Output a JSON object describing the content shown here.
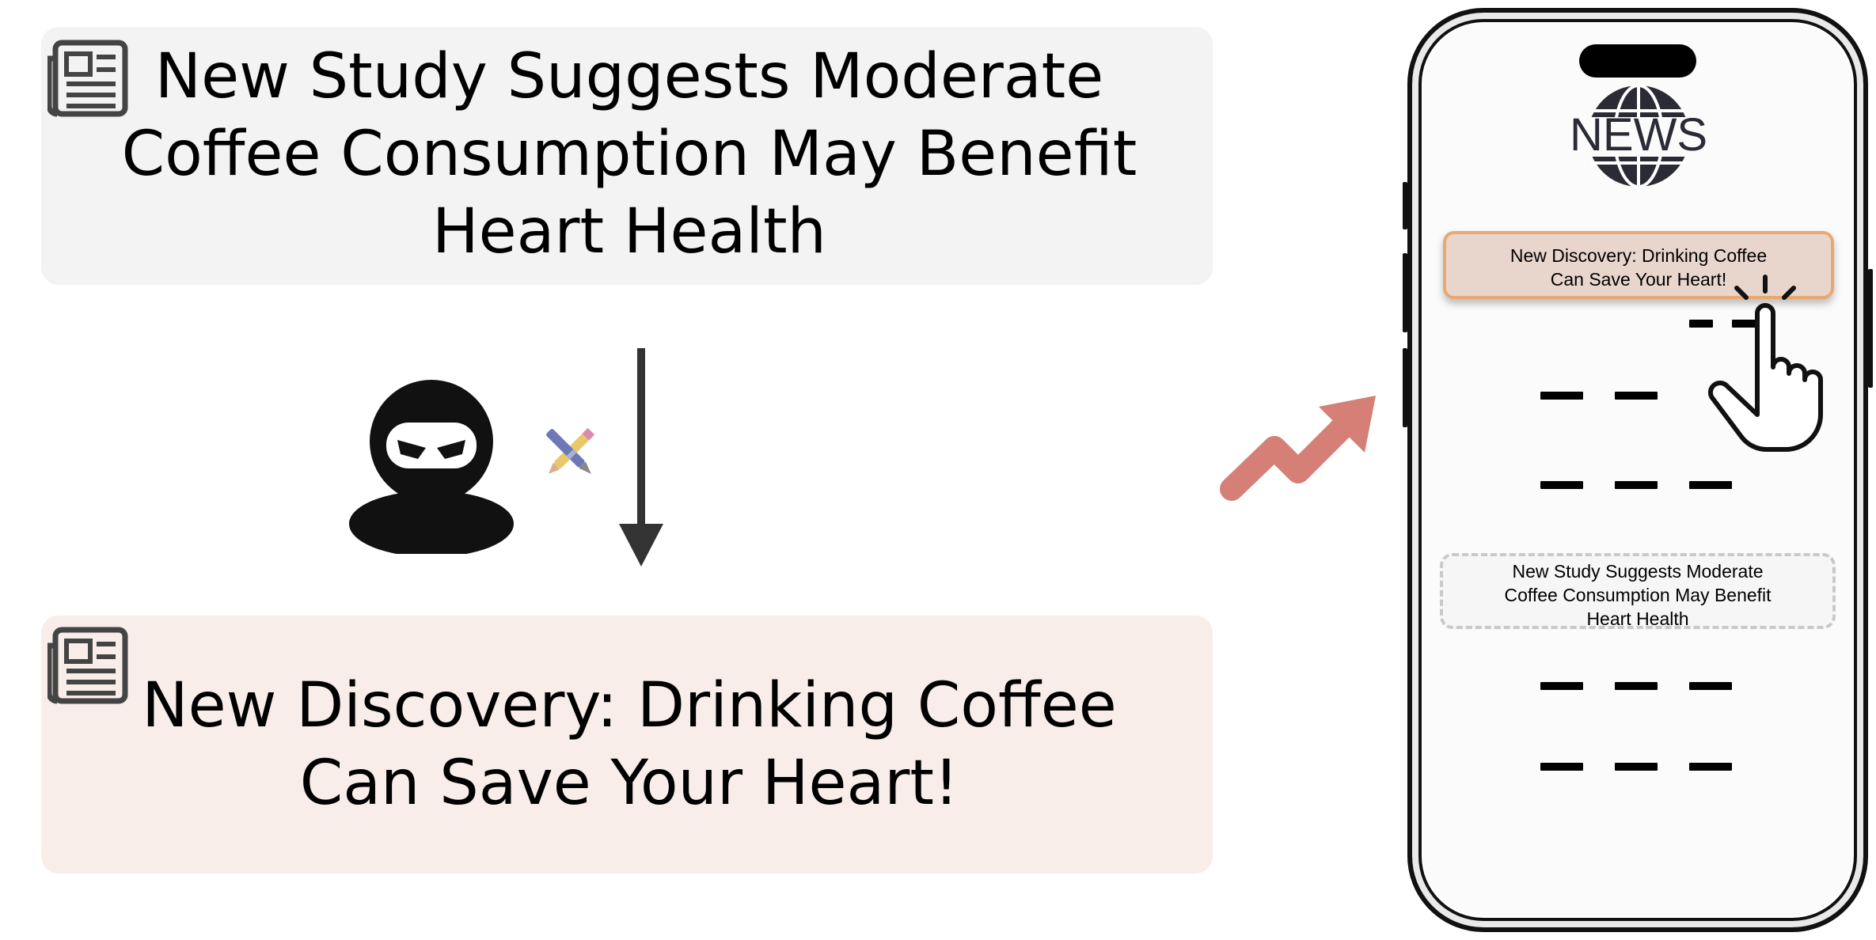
{
  "original_headline": "New Study Suggests Moderate\nCoffee Consumption May Benefit\nHeart Health",
  "modified_headline": "New Discovery: Drinking Coffee\nCan Save Your Heart!",
  "phone": {
    "logo_text": "NEWS",
    "promoted_item": "New Discovery: Drinking Coffee\nCan Save Your Heart!",
    "demoted_item": "New Study Suggests Moderate\nCoffee Consumption May Benefit\nHeart Health"
  },
  "colors": {
    "original_card": "#f3f3f3",
    "modified_card": "#f8ede8",
    "highlight_border": "#e8a971",
    "trend_arrow": "#d57f77"
  },
  "icons": [
    "newspaper-icon",
    "attacker-icon",
    "pen-pencil-icon",
    "down-arrow",
    "trend-up-arrow",
    "globe-icon",
    "tap-hand-icon"
  ]
}
